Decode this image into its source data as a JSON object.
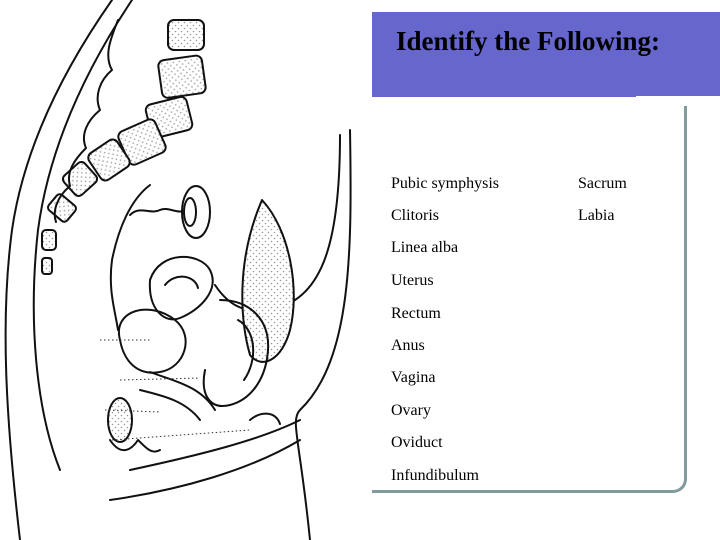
{
  "title": "Identify the Following:",
  "terms_left": [
    "Pubic symphysis",
    "Clitoris",
    "Linea alba",
    "Uterus",
    "Rectum",
    "Anus",
    "Vagina",
    "Ovary",
    "Oviduct",
    "Infundibulum"
  ],
  "terms_right": [
    "Sacrum",
    "Labia"
  ],
  "colors": {
    "title_bar": "#6666cc",
    "frame": "#7f9b9b",
    "bone_fill": "#d9d9d9"
  }
}
